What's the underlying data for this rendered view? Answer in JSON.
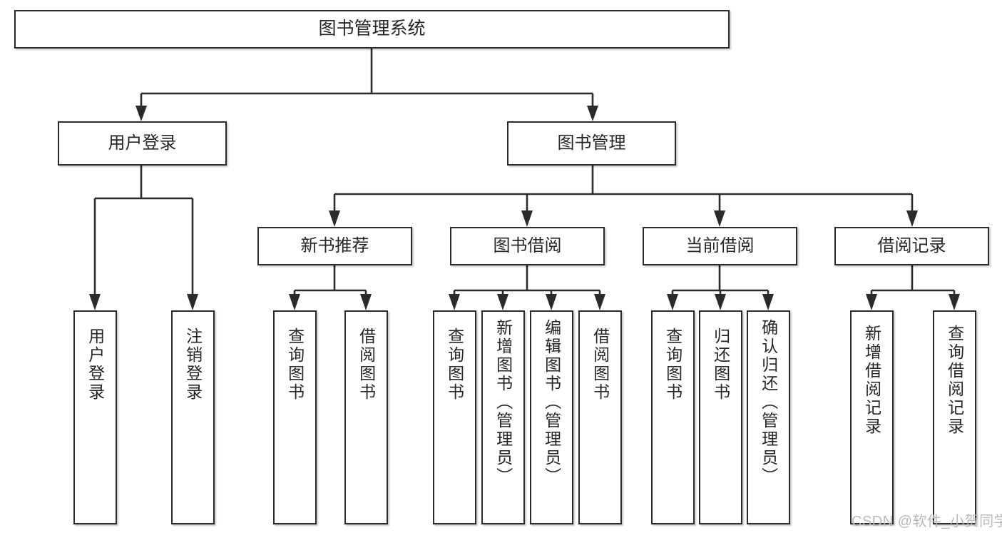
{
  "diagram": {
    "title": "图书管理系统",
    "type": "tree-hierarchy",
    "colors": {
      "stroke": "#2b2b2b",
      "fill": "#ffffff",
      "text": "#262626",
      "watermark": "#b9b9b9"
    },
    "root": {
      "label": "图书管理系统"
    },
    "level2": [
      {
        "label": "用户登录"
      },
      {
        "label": "图书管理"
      }
    ],
    "level3": [
      {
        "label": "新书推荐"
      },
      {
        "label": "图书借阅"
      },
      {
        "label": "当前借阅"
      },
      {
        "label": "借阅记录"
      }
    ],
    "leaves": [
      {
        "label": "用户登录"
      },
      {
        "label": "注销登录"
      },
      {
        "label": "查询图书"
      },
      {
        "label": "借阅图书"
      },
      {
        "label": "查询图书"
      },
      {
        "label": "新增图书（管理员）"
      },
      {
        "label": "编辑图书（管理员）"
      },
      {
        "label": "借阅图书"
      },
      {
        "label": "查询图书"
      },
      {
        "label": "归还图书"
      },
      {
        "label": "确认归还（管理员）"
      },
      {
        "label": "新增借阅记录"
      },
      {
        "label": "查询借阅记录"
      }
    ]
  },
  "watermark": {
    "text": "CSDN @软件_小贺同学"
  }
}
